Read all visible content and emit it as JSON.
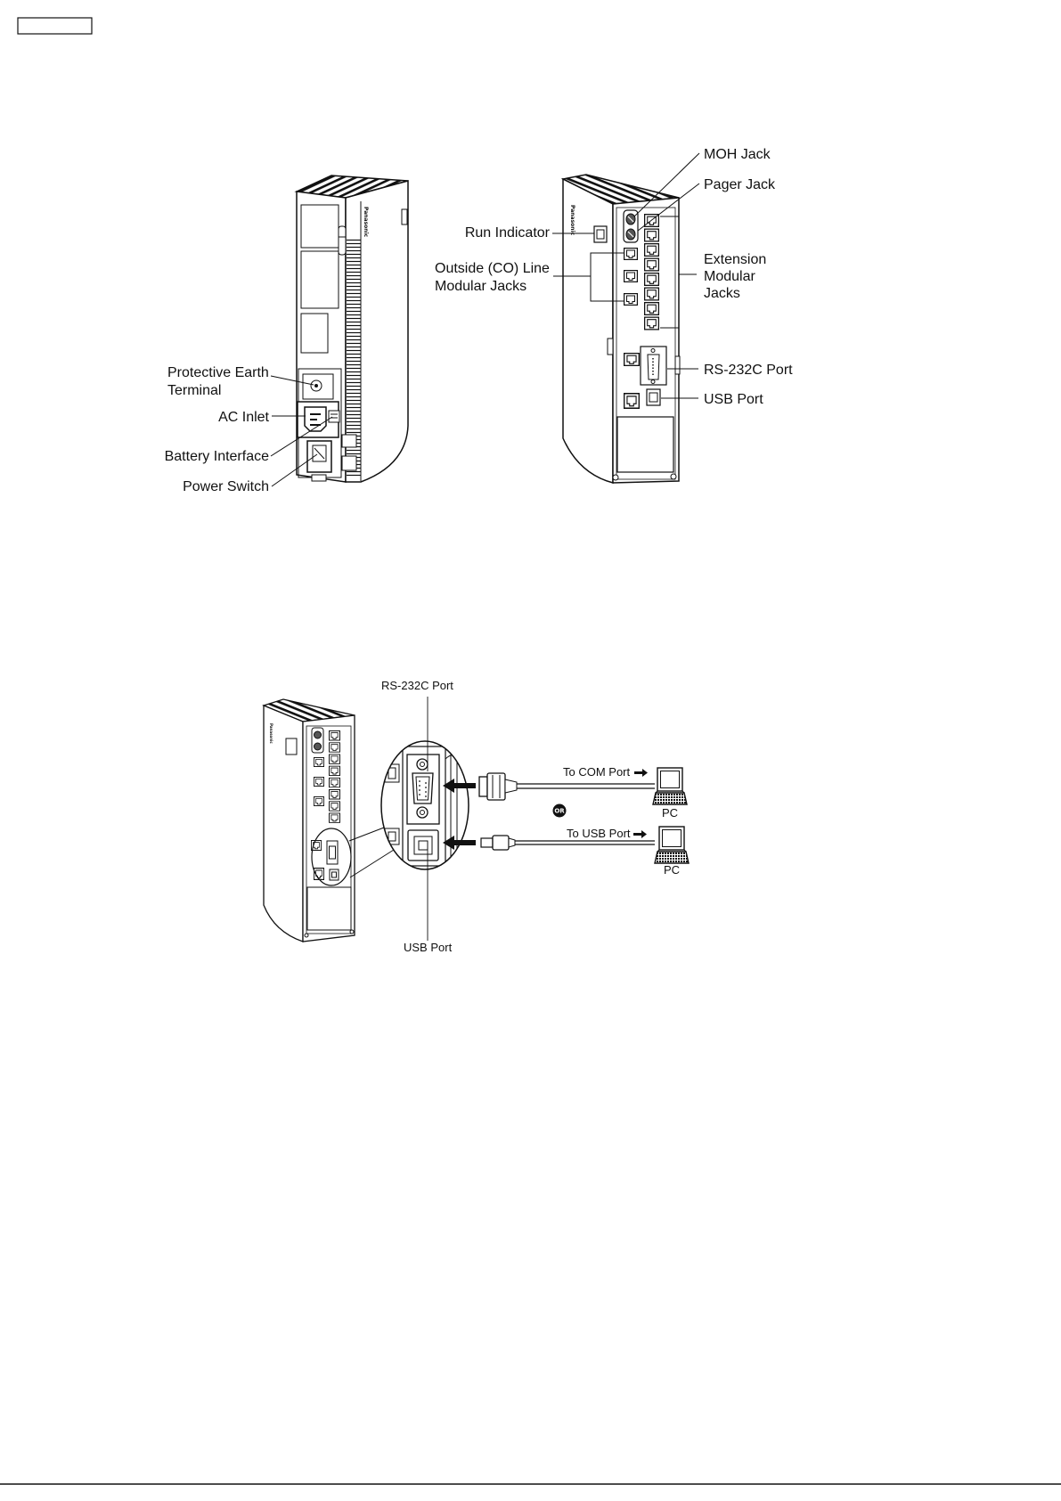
{
  "colors": {
    "ink": "#111111",
    "paper": "#ffffff"
  },
  "figure1": {
    "front_unit": {
      "logo": "Panasonic",
      "labels": {
        "protective_earth_terminal": [
          "Protective Earth",
          "Terminal"
        ],
        "ac_inlet": "AC Inlet",
        "battery_interface": "Battery Interface",
        "power_switch": "Power Switch"
      }
    },
    "rear_unit": {
      "logo": "Panasonic",
      "labels": {
        "moh_jack": "MOH Jack",
        "pager_jack": "Pager Jack",
        "run_indicator": "Run Indicator",
        "outside_co_line_modular_jacks": [
          "Outside (CO) Line",
          "Modular Jacks"
        ],
        "extension_modular_jacks": [
          "Extension",
          "Modular",
          "Jacks"
        ],
        "rs232c_port": "RS-232C Port",
        "usb_port": "USB Port"
      }
    }
  },
  "figure2": {
    "unit_logo": "Panasonic",
    "labels": {
      "rs232c_port": "RS-232C Port",
      "to_com_port": "To COM Port",
      "or": "OR",
      "to_usb_port": "To USB Port",
      "pc_com": "PC",
      "pc_usb": "PC",
      "usb_port": "USB Port"
    }
  }
}
